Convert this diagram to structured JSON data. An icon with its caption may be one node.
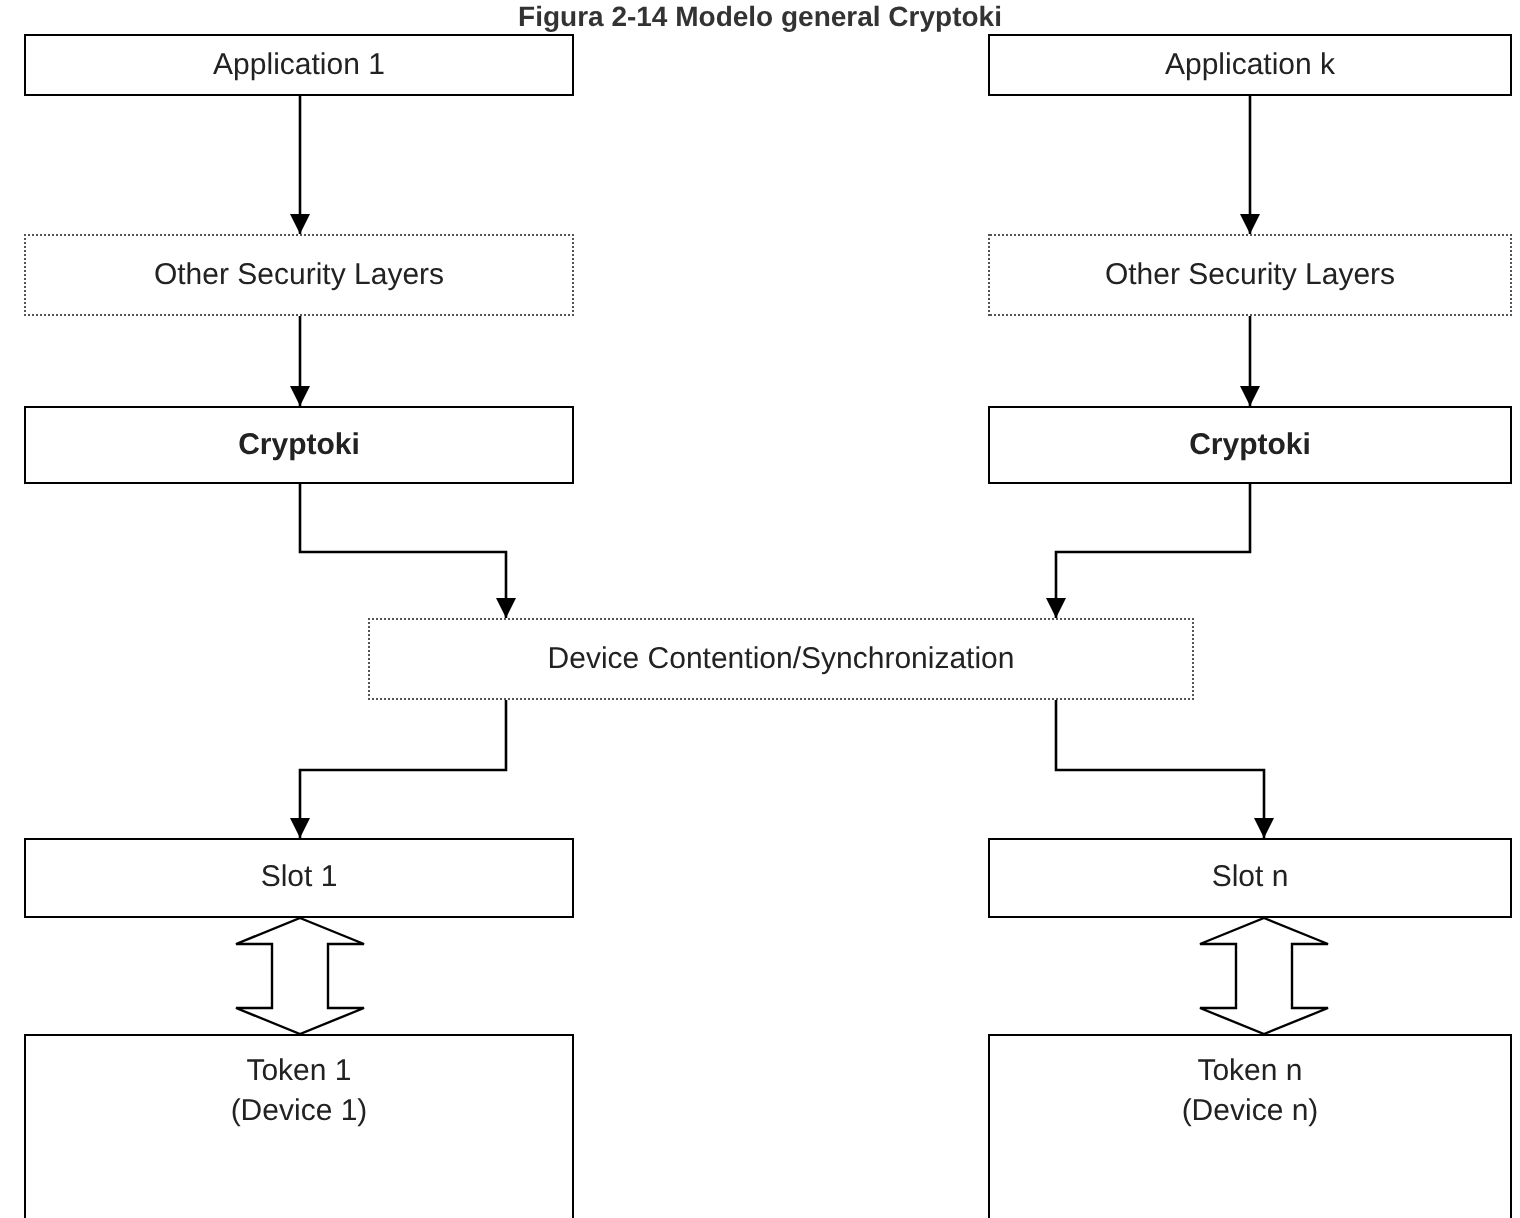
{
  "diagram": {
    "title": "Figura 2-14 Modelo general Cryptoki",
    "nodes": [
      {
        "text": [
          "Application 1"
        ]
      },
      {
        "text": [
          "Other Security Layers"
        ]
      },
      {
        "text": [
          "Cryptoki"
        ]
      },
      {
        "text": [
          "Application k"
        ]
      },
      {
        "text": [
          "Other Security Layers"
        ]
      },
      {
        "text": [
          "Cryptoki"
        ]
      },
      {
        "text": [
          "Device Contention/Synchronization"
        ]
      },
      {
        "text": [
          "Slot 1"
        ]
      },
      {
        "text": [
          "Token 1 (Device 1)"
        ]
      },
      {
        "text": [
          "Slot n"
        ]
      },
      {
        "text": [
          "Token n (Device n)"
        ]
      }
    ],
    "edges": [
      {
        "from": 0,
        "to": 1,
        "arrow": "to"
      },
      {
        "from": 1,
        "to": 2,
        "arrow": "to"
      },
      {
        "from": 3,
        "to": 4,
        "arrow": "to"
      },
      {
        "from": 4,
        "to": 5,
        "arrow": "to"
      },
      {
        "from": 2,
        "to": 6,
        "arrow": "to"
      },
      {
        "from": 5,
        "to": 6,
        "arrow": "to"
      },
      {
        "from": 6,
        "to": 7,
        "arrow": "to"
      },
      {
        "from": 6,
        "to": 9,
        "arrow": "to"
      },
      {
        "from": 7,
        "to": 8,
        "arrow": "both",
        "style": "thick"
      },
      {
        "from": 9,
        "to": 10,
        "arrow": "both",
        "style": "thick"
      }
    ]
  }
}
